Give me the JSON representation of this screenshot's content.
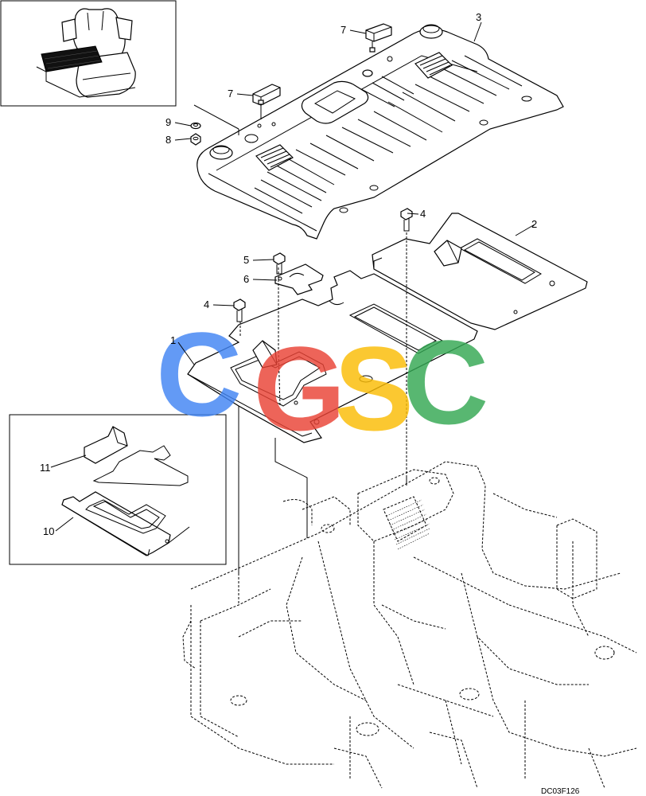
{
  "callouts": {
    "c1": "1",
    "c2": "2",
    "c3": "3",
    "c4a": "4",
    "c4b": "4",
    "c5": "5",
    "c6": "6",
    "c7a": "7",
    "c7b": "7",
    "c8": "8",
    "c9": "9",
    "c10": "10",
    "c11": "11"
  },
  "drawing_code": "DC03F126",
  "watermark": {
    "letters": [
      "C",
      "G",
      "S",
      "C"
    ],
    "colors": [
      "#4285F4",
      "#EA4335",
      "#FBBC05",
      "#34A853"
    ]
  }
}
